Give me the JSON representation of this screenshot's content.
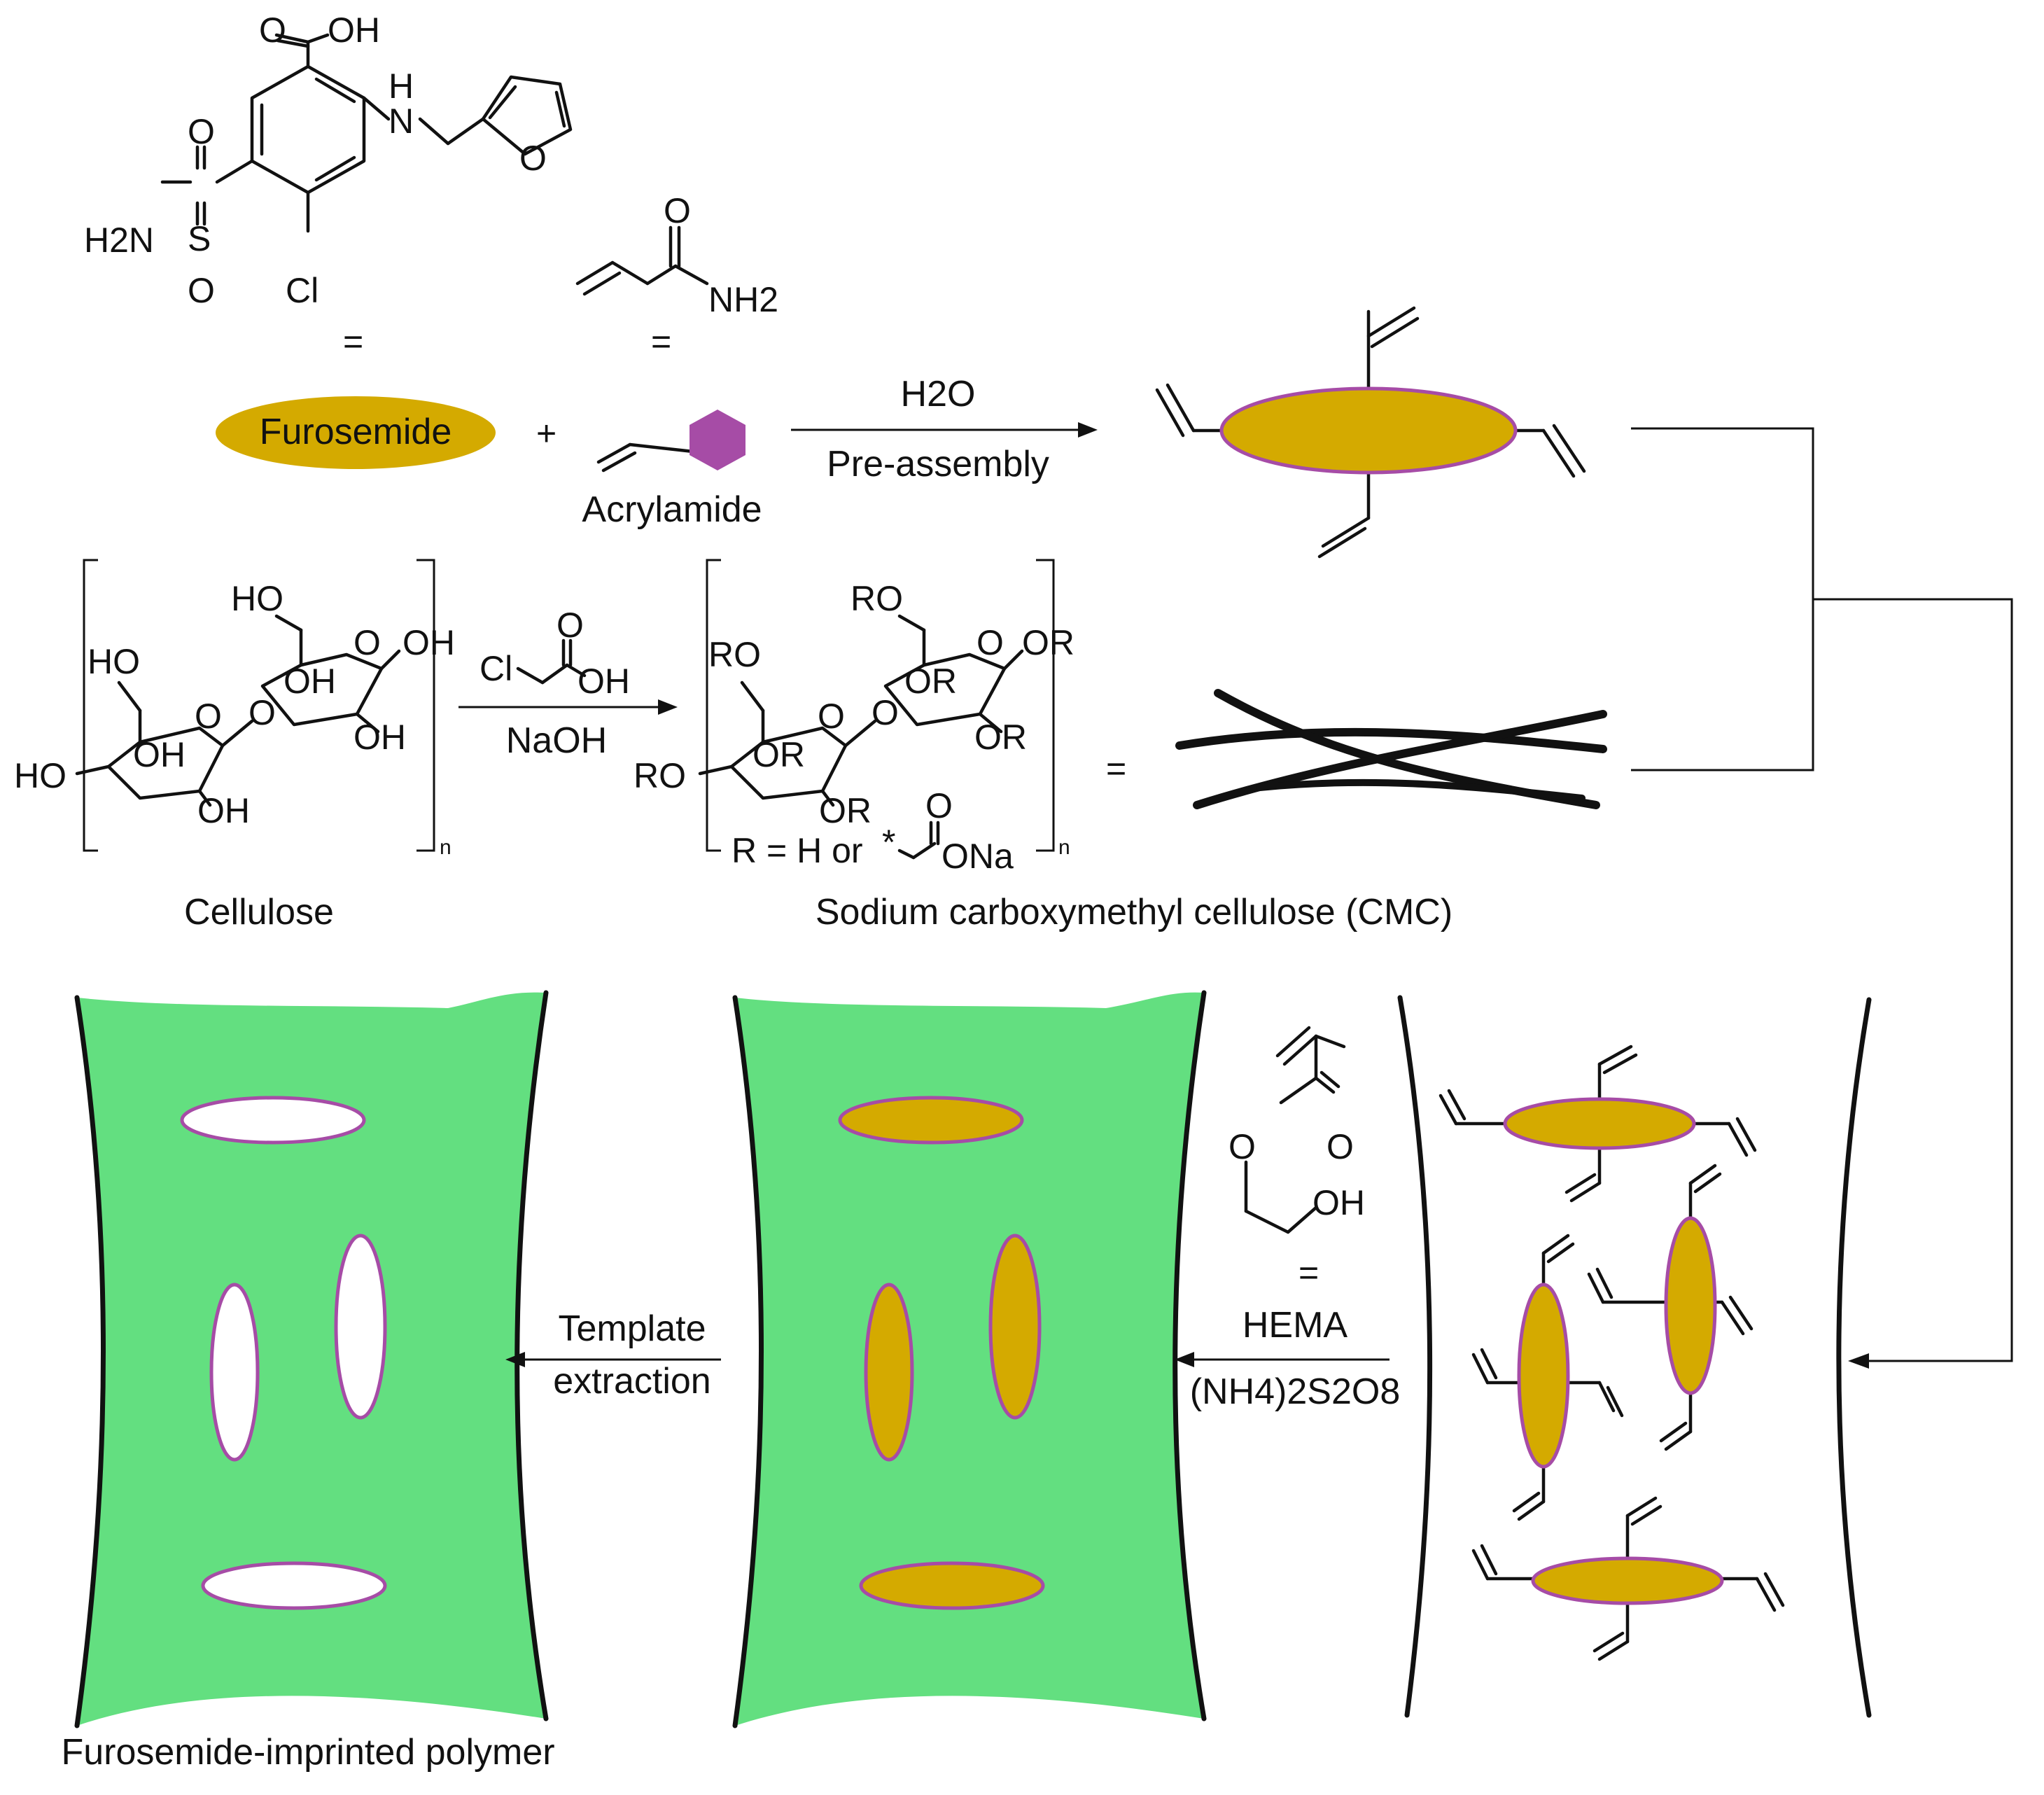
{
  "colors": {
    "template": "#d4aa00",
    "template_outline": "#a64ca6",
    "monomer": "#a64ca6",
    "polymer": "#63df80",
    "line": "#111111"
  },
  "furosemide_structure": {
    "atoms": [
      "O",
      "OH",
      "H",
      "N",
      "O",
      "O",
      "H2N",
      "S",
      "O",
      "Cl"
    ]
  },
  "acrylamide_structure": {
    "atoms": [
      "O",
      "NH2"
    ]
  },
  "equals_sign": "=",
  "furosemide_label": "Furosemide",
  "plus_sign": "+",
  "acrylamide_label": "Acrylamide",
  "step1": {
    "above": "H2O",
    "below": "Pre-assembly"
  },
  "cellulose": {
    "atoms": [
      "HO",
      "O",
      "OH",
      "HO",
      "OH",
      "OH",
      "O",
      "O",
      "OH",
      "HO",
      "OH",
      "OH"
    ],
    "subscript": "n",
    "label": "Cellulose"
  },
  "chloroacetic_acid": {
    "atoms": [
      "O",
      "Cl",
      "OH"
    ]
  },
  "step2": {
    "below": "NaOH"
  },
  "cmc": {
    "atoms": [
      "RO",
      "O",
      "OR",
      "RO",
      "OR",
      "OR",
      "O",
      "O",
      "OR",
      "RO",
      "OR",
      "OR"
    ],
    "r_definition": "R = H or",
    "substituent": [
      "*",
      "O",
      "ONa"
    ],
    "subscript": "n",
    "label": "Sodium carboxymethyl cellulose (CMC)"
  },
  "hema": {
    "atoms": [
      "O",
      "O",
      "OH"
    ],
    "label": "HEMA",
    "initiator": "(NH4)2S2O8"
  },
  "step4": {
    "line1": "Template",
    "line2": "extraction"
  },
  "mip_label": "Furosemide-imprinted polymer"
}
